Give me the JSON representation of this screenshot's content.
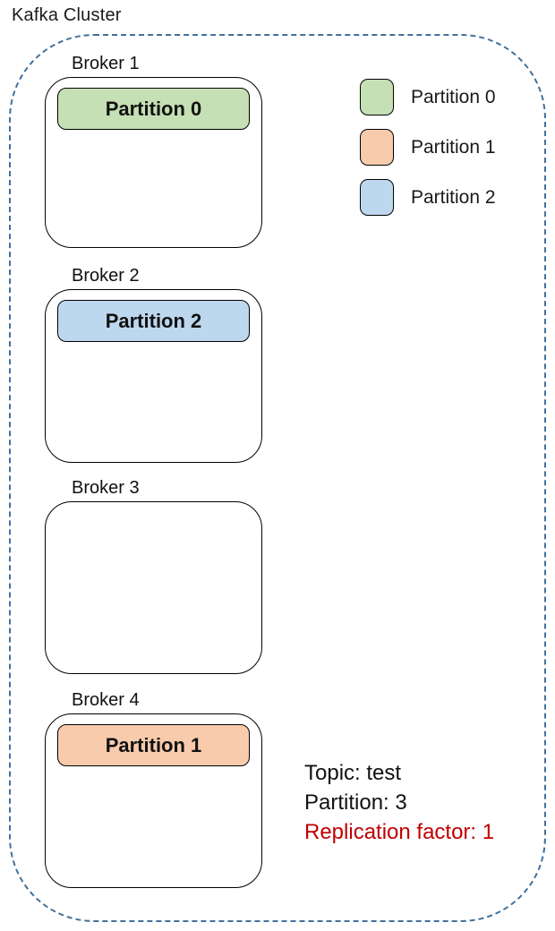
{
  "title": "Kafka Cluster",
  "colors": {
    "cluster_border": "#41719C",
    "partition0": "#C5E0B4",
    "partition1": "#F8CBAD",
    "partition2": "#BDD7EE",
    "replication_warning": "#C00000"
  },
  "brokers": [
    {
      "label": "Broker 1",
      "partition": "Partition 0"
    },
    {
      "label": "Broker 2",
      "partition": "Partition 2"
    },
    {
      "label": "Broker 3",
      "partition": null
    },
    {
      "label": "Broker 4",
      "partition": "Partition 1"
    }
  ],
  "legend": [
    {
      "label": "Partition 0",
      "color": "#C5E0B4"
    },
    {
      "label": "Partition 1",
      "color": "#F8CBAD"
    },
    {
      "label": "Partition 2",
      "color": "#BDD7EE"
    }
  ],
  "info": {
    "topic": "Topic: test",
    "partition": "Partition: 3",
    "replication": "Replication factor: 1"
  }
}
